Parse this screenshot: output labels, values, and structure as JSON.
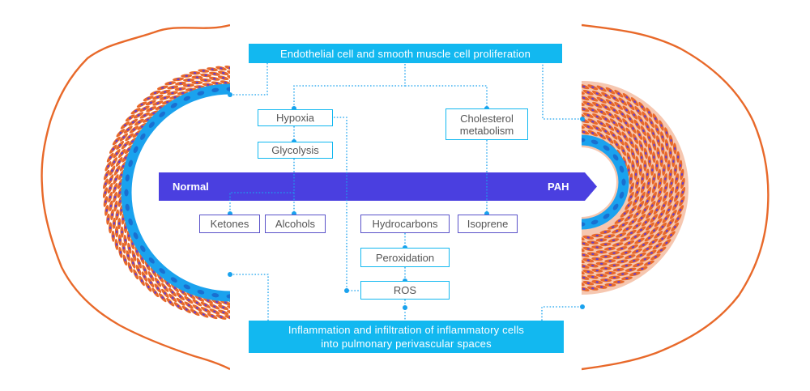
{
  "banners": {
    "top": "Endothelial cell and smooth muscle cell proliferation",
    "bottom_line1": "Inflammation and infiltration of inflammatory cells",
    "bottom_line2": "into pulmonary perivascular spaces"
  },
  "arrow": {
    "left_label": "Normal",
    "right_label": "PAH"
  },
  "boxes": {
    "hypoxia": "Hypoxia",
    "glycolysis": "Glycolysis",
    "cholesterol_line1": "Cholesterol",
    "cholesterol_line2": "metabolism",
    "ketones": "Ketones",
    "alcohols": "Alcohols",
    "hydrocarbons": "Hydrocarbons",
    "isoprene": "Isoprene",
    "peroxidation": "Peroxidation",
    "ros": "ROS"
  },
  "colors": {
    "banner": "#12b8f0",
    "arrow": "#4a3fe0",
    "vessel_outline": "#e8692a",
    "endothelium": "#1aa2ee",
    "tissue": "#f6c7b0",
    "purple_box_border": "#5a52c9"
  }
}
